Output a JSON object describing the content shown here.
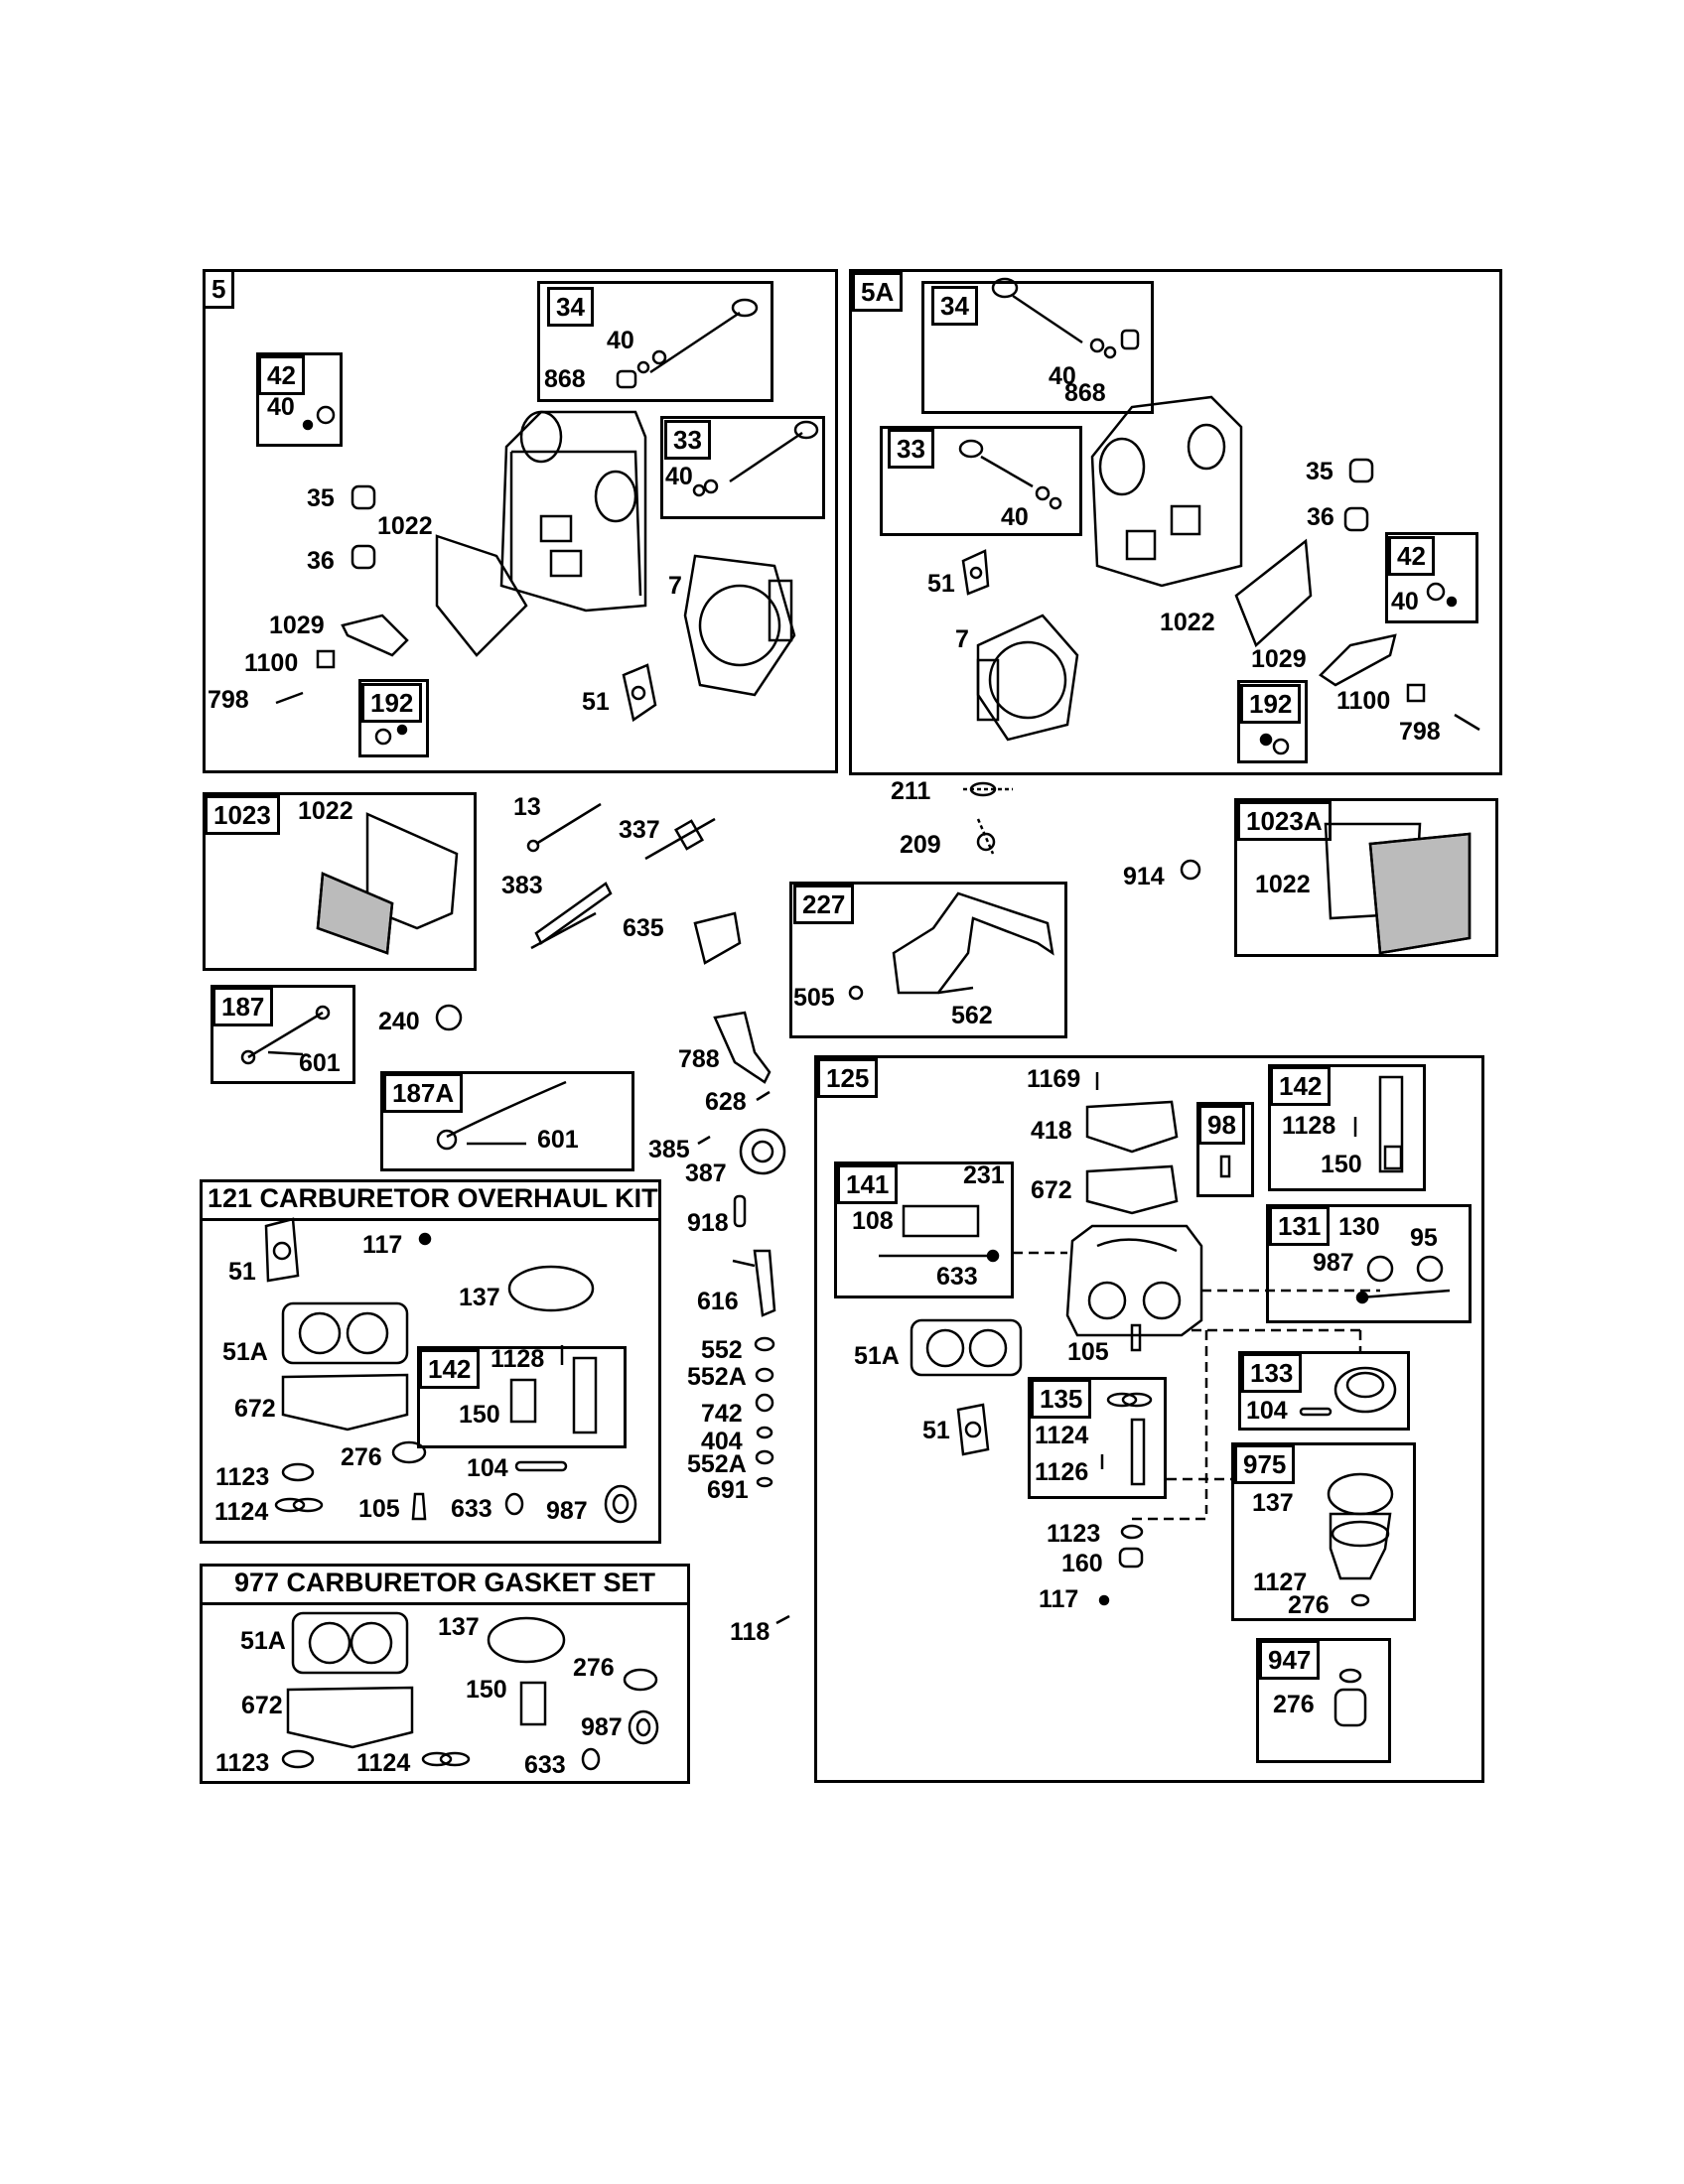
{
  "groups": {
    "g5": "5",
    "g5a": "5A",
    "g34a": "34",
    "g34b": "34",
    "g33a": "33",
    "g33b": "33",
    "g42a": "42",
    "g42b": "42",
    "g192a": "192",
    "g192b": "192",
    "g1023": "1023",
    "g1023a": "1023A",
    "g227": "227",
    "g187": "187",
    "g187a": "187A",
    "g125": "125",
    "g141": "141",
    "g98": "98",
    "g142a": "142",
    "g142b": "142",
    "g131": "131",
    "g133": "133",
    "g135": "135",
    "g975": "975",
    "g947": "947"
  },
  "banners": {
    "overhaul_kit": "121 CARBURETOR OVERHAUL KIT",
    "gasket_set": "977 CARBURETOR GASKET SET"
  },
  "labels": {
    "p5_40": "40",
    "p5_868": "868",
    "p5_42_40": "40",
    "p5_33_40": "40",
    "p5_35": "35",
    "p5_1022": "1022",
    "p5_36": "36",
    "p5_7": "7",
    "p5_1029": "1029",
    "p5_1100": "1100",
    "p5_798": "798",
    "p5_51": "51",
    "p5a_40": "40",
    "p5a_868": "868",
    "p5a_33_40": "40",
    "p5a_35": "35",
    "p5a_36": "36",
    "p5a_42_40": "40",
    "p5a_51": "51",
    "p5a_7": "7",
    "p5a_1022": "1022",
    "p5a_1029": "1029",
    "p5a_1100": "1100",
    "p5a_798": "798",
    "p1023_1022": "1022",
    "p13": "13",
    "p337": "337",
    "p383": "383",
    "p635": "635",
    "p211": "211",
    "p209": "209",
    "p914": "914",
    "p1023a_1022": "1022",
    "p505": "505",
    "p562": "562",
    "p601a": "601",
    "p240": "240",
    "p601b": "601",
    "p788": "788",
    "p628": "628",
    "p385": "385",
    "p387": "387",
    "p918": "918",
    "p616": "616",
    "p552": "552",
    "p552a": "552A",
    "p742": "742",
    "p404": "404",
    "p552a2": "552A",
    "p691": "691",
    "p118": "118",
    "k51": "51",
    "k117": "117",
    "k137": "137",
    "k51a": "51A",
    "k672": "672",
    "k142_1128": "1128",
    "k142_150": "150",
    "k1123": "1123",
    "k276": "276",
    "k104": "104",
    "k1124": "1124",
    "k105": "105",
    "k633": "633",
    "k987": "987",
    "s51a": "51A",
    "s137": "137",
    "s276": "276",
    "s672": "672",
    "s150": "150",
    "s987": "987",
    "s1123": "1123",
    "s1124": "1124",
    "s633": "633",
    "c1169": "1169",
    "c418": "418",
    "c672": "672",
    "c108": "108",
    "c231": "231",
    "c633": "633",
    "c1128": "1128",
    "c150": "150",
    "c130": "130",
    "c95": "95",
    "c987": "987",
    "c51a": "51A",
    "c105": "105",
    "c51": "51",
    "c1124": "1124",
    "c1126": "1126",
    "c104": "104",
    "c1123": "1123",
    "c160": "160",
    "c117": "117",
    "c137": "137",
    "c1127": "1127",
    "c276": "276",
    "c947_276": "276"
  }
}
